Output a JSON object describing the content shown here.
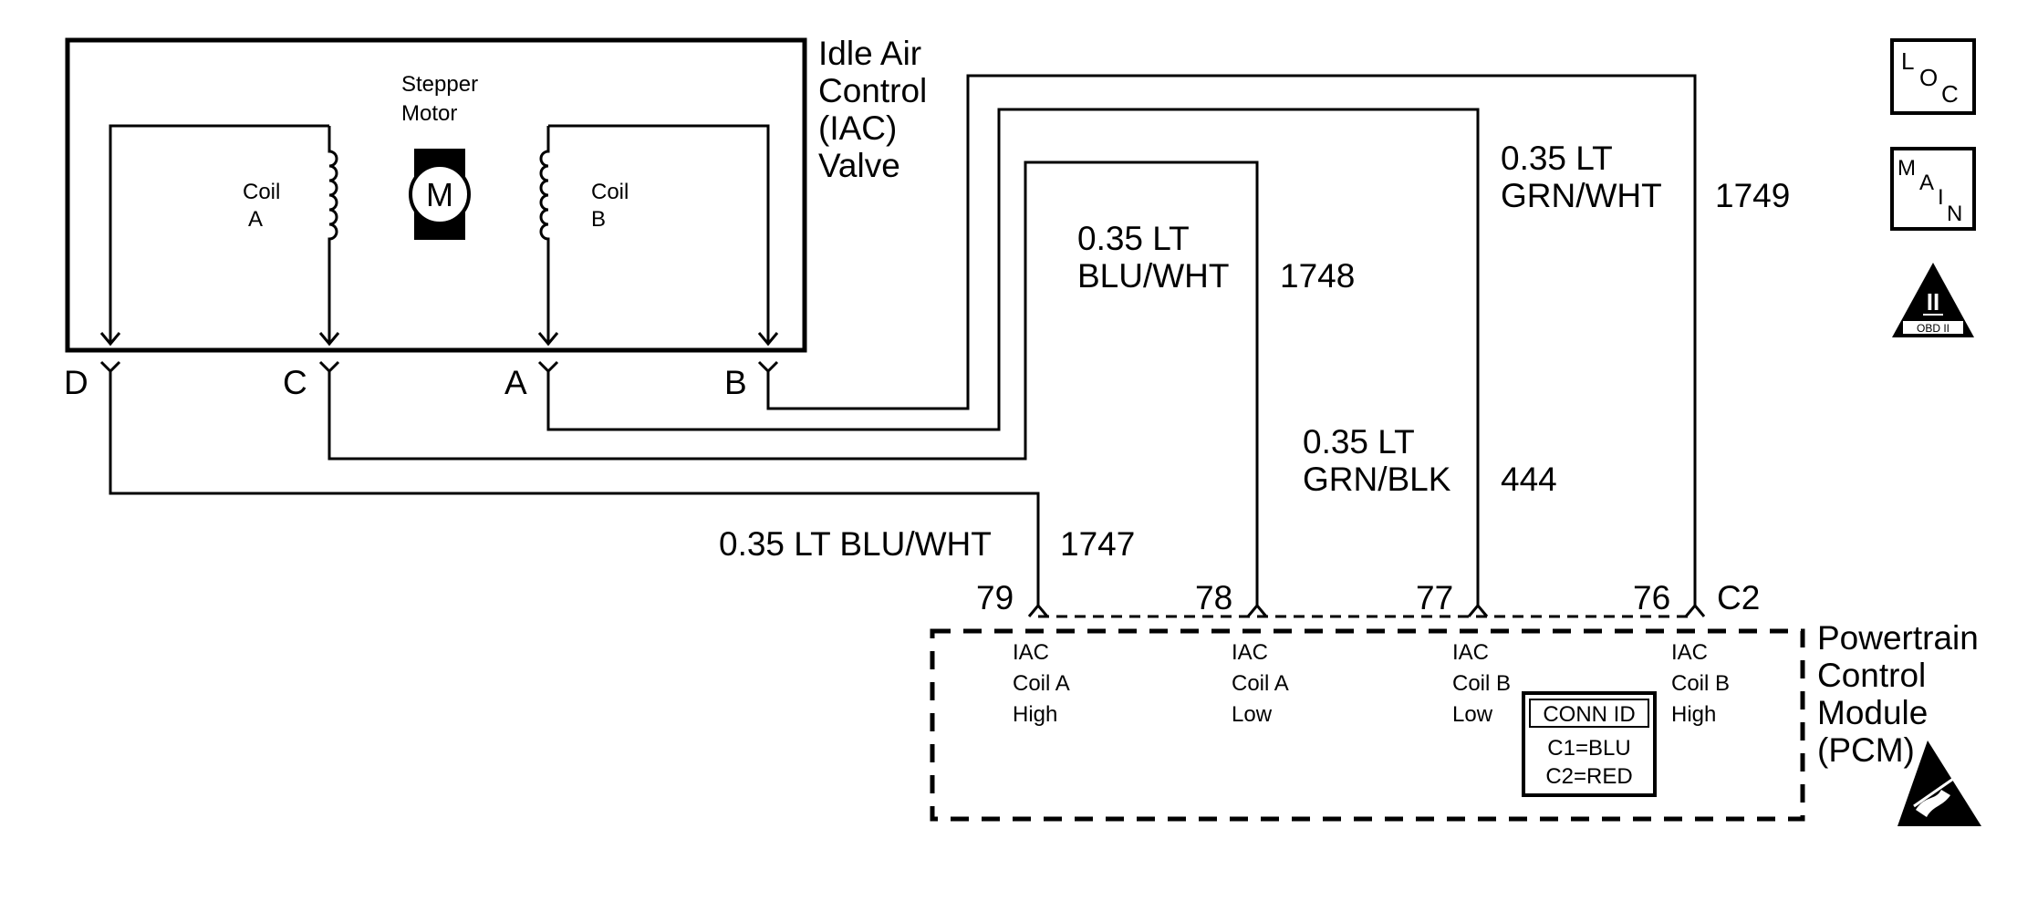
{
  "iac": {
    "title_lines": [
      "Idle Air",
      "Control",
      "(IAC)",
      "Valve"
    ],
    "motor_lines": [
      "Stepper",
      "Motor"
    ],
    "motor_symbol": "M",
    "coil_a_lines": [
      "Coil",
      "A"
    ],
    "coil_b_lines": [
      "Coil",
      "B"
    ],
    "pins": [
      "D",
      "C",
      "A",
      "B"
    ]
  },
  "wires": [
    {
      "gauge_lines": [
        "0.35 LT BLU/WHT"
      ],
      "circuit": "1747"
    },
    {
      "gauge_lines": [
        "0.35 LT",
        "BLU/WHT"
      ],
      "circuit": "1748"
    },
    {
      "gauge_lines": [
        "0.35 LT",
        "GRN/BLK"
      ],
      "circuit": "444"
    },
    {
      "gauge_lines": [
        "0.35 LT",
        "GRN/WHT"
      ],
      "circuit": "1749"
    }
  ],
  "pcm": {
    "connector": "C2",
    "title_lines": [
      "Powertrain",
      "Control",
      "Module",
      "(PCM)"
    ],
    "terminals": [
      {
        "number": "79",
        "label_lines": [
          "IAC",
          "Coil A",
          "High"
        ]
      },
      {
        "number": "78",
        "label_lines": [
          "IAC",
          "Coil A",
          "Low"
        ]
      },
      {
        "number": "77",
        "label_lines": [
          "IAC",
          "Coil B",
          "Low"
        ]
      },
      {
        "number": "76",
        "label_lines": [
          "IAC",
          "Coil B",
          "High"
        ]
      }
    ],
    "conn_id": {
      "title": "CONN ID",
      "lines": [
        "C1=BLU",
        "C2=RED"
      ]
    }
  },
  "icons": {
    "loc": {
      "name": "loc-icon",
      "letters": [
        "L",
        "O",
        "C"
      ]
    },
    "main": {
      "name": "main-icon",
      "letters": [
        "M",
        "A",
        "I",
        "N"
      ]
    },
    "obd": {
      "name": "obd-ii-icon",
      "numeral": "II",
      "text": "OBD II"
    },
    "esd": {
      "name": "esd-warning-icon"
    }
  }
}
